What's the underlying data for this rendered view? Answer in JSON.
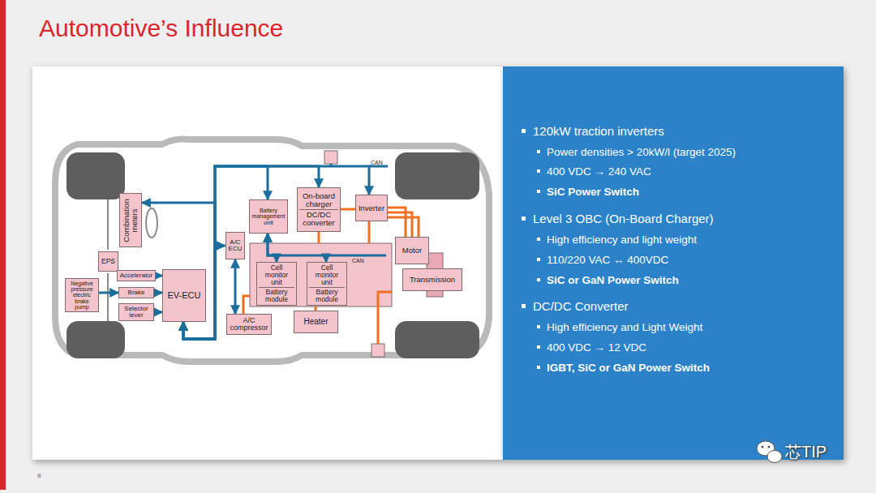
{
  "diagram": {
    "title": "Automotive’s Influence",
    "nodes": [
      {
        "text": [
          "Combination meters"
        ]
      },
      {
        "text": [
          "EPS"
        ]
      },
      {
        "text": [
          "Negative pressure electric brake pump"
        ]
      },
      {
        "text": [
          "Accelerator"
        ]
      },
      {
        "text": [
          "Brake"
        ]
      },
      {
        "text": [
          "Selector lever"
        ]
      },
      {
        "text": [
          "EV-ECU"
        ]
      },
      {
        "text": [
          "A/C ECU"
        ]
      },
      {
        "text": [
          "A/C compressor"
        ]
      },
      {
        "text": [
          "Battery management unit"
        ]
      },
      {
        "text": [
          "On-board charger",
          "DC/DC converter"
        ]
      },
      {
        "text": [
          "Inverter"
        ]
      },
      {
        "text": [
          "Motor"
        ]
      },
      {
        "text": [
          "Transmission"
        ]
      },
      {
        "text": [
          "Cell monitor unit",
          "Battery module"
        ]
      },
      {
        "text": [
          "Cell monitor unit",
          "Battery module"
        ]
      },
      {
        "text": [
          "Heater"
        ]
      }
    ],
    "edges": [
      {
        "from": 6,
        "to": 0,
        "arrow": "both"
      },
      {
        "from": 6,
        "to": 7,
        "arrow": "both"
      },
      {
        "from": 6,
        "to": 9,
        "arrow": "both"
      },
      {
        "from": 6,
        "to": 10,
        "arrow": "both"
      },
      {
        "from": 6,
        "to": 11,
        "arrow": "both"
      },
      {
        "from": 9,
        "to": 14,
        "arrow": "both"
      },
      {
        "from": 9,
        "to": 15,
        "arrow": "both"
      },
      {
        "from": 7,
        "to": 8,
        "arrow": "both"
      },
      {
        "from": 3,
        "to": 6,
        "arrow": "to"
      },
      {
        "from": 4,
        "to": 6,
        "arrow": "to"
      },
      {
        "from": 5,
        "to": 6,
        "arrow": "to"
      },
      {
        "from": 2,
        "to": 4,
        "arrow": "to"
      },
      {
        "from": 11,
        "to": 12,
        "arrow": "none"
      },
      {
        "from": 10,
        "to": 11,
        "arrow": "none"
      }
    ],
    "labels": [
      "CAN",
      "CAN",
      "120kW traction inverters",
      "Power densities > 20kW/l (target 2025)",
      "400 VDC → 240 VAC",
      "SiC Power Switch",
      "Level 3 OBC (On-Board Charger)",
      "High efficiency and light weight",
      "110/220 VAC ↔ 400VDC",
      "SiC or GaN Power Switch",
      "DC/DC Converter",
      "High efficiency and Light Weight",
      "400 VDC → 12 VDC",
      "IGBT, SiC or GaN Power Switch",
      "8",
      "芯TIP"
    ]
  }
}
